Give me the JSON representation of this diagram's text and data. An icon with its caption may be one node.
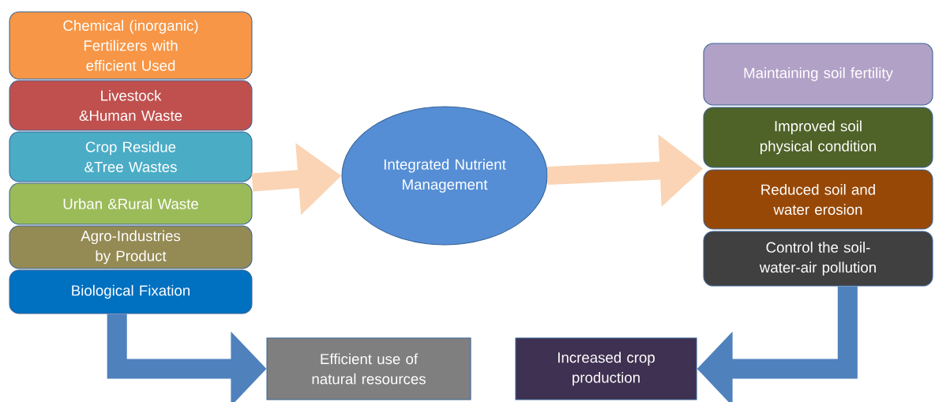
{
  "diagram": {
    "nodes": [
      {
        "text": [
          "Chemical (inorganic) Fertilizers with efficient Used"
        ]
      },
      {
        "text": [
          "Livestock &Human Waste"
        ]
      },
      {
        "text": [
          "Crop Residue &Tree Wastes"
        ]
      },
      {
        "text": [
          "Urban &Rural Waste"
        ]
      },
      {
        "text": [
          "Agro-Industries by Product"
        ]
      },
      {
        "text": [
          "Biological Fixation"
        ]
      },
      {
        "text": [
          "Integrated Nutrient Management"
        ]
      },
      {
        "text": [
          "Maintaining soil fertility"
        ]
      },
      {
        "text": [
          "Improved soil physical condition"
        ]
      },
      {
        "text": [
          "Reduced soil and water erosion"
        ]
      },
      {
        "text": [
          "Control the soil-water-air pollution"
        ]
      },
      {
        "text": [
          "Efficient use of natural resources"
        ]
      },
      {
        "text": [
          "Increased crop production"
        ]
      }
    ],
    "edges": [
      {
        "from": 2,
        "to": 6,
        "arrow": "to"
      },
      {
        "from": 3,
        "to": 6,
        "arrow": "to"
      },
      {
        "from": 6,
        "to": 8,
        "arrow": "to"
      },
      {
        "from": 6,
        "to": 9,
        "arrow": "to"
      },
      {
        "from": 5,
        "to": 11,
        "arrow": "to",
        "color": "#4f81bd"
      },
      {
        "from": 10,
        "to": 12,
        "arrow": "to",
        "color": "#4f81bd"
      }
    ]
  }
}
